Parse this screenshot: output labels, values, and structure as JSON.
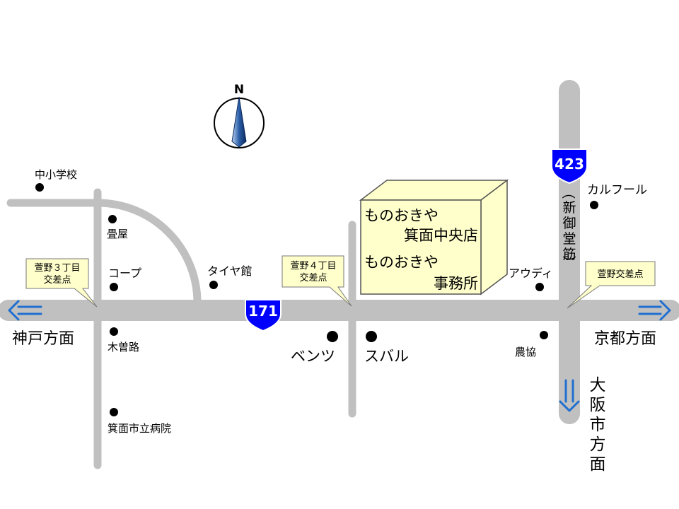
{
  "compass": {
    "letter": "N"
  },
  "routes": {
    "national": "171",
    "prefectural": "423"
  },
  "directions": {
    "west": "神戸方面",
    "east": "京都方面",
    "south": [
      "大",
      "阪",
      "市",
      "方",
      "面"
    ]
  },
  "road_name": [
    "（",
    "新",
    "御",
    "堂",
    "筋",
    "）"
  ],
  "store": {
    "line1": "ものおきや",
    "line2": "箕面中央店",
    "line3": "ものおきや",
    "line4": "事務所"
  },
  "intersections": {
    "kayano3": [
      "萱野３丁目",
      "交差点"
    ],
    "kayano4": [
      "萱野４丁目",
      "交差点"
    ],
    "kayano": "萱野交差点"
  },
  "landmarks": {
    "school": "中小学校",
    "tatamiya": "畳屋",
    "coop": "コープ",
    "tire": "タイヤ館",
    "kisoji": "木曽路",
    "hospital": "箕面市立病院",
    "benz": "ベンツ",
    "subaru": "スバル",
    "audi": "アウディ",
    "carrefour": "カルフール",
    "nokyo": "農協"
  },
  "colors": {
    "road": "#c0c0c0",
    "store_fill": "#ffffcc",
    "callout_fill": "#ffffcc",
    "route_shield": "#0000ff",
    "arrow": "#1f6fd0"
  }
}
